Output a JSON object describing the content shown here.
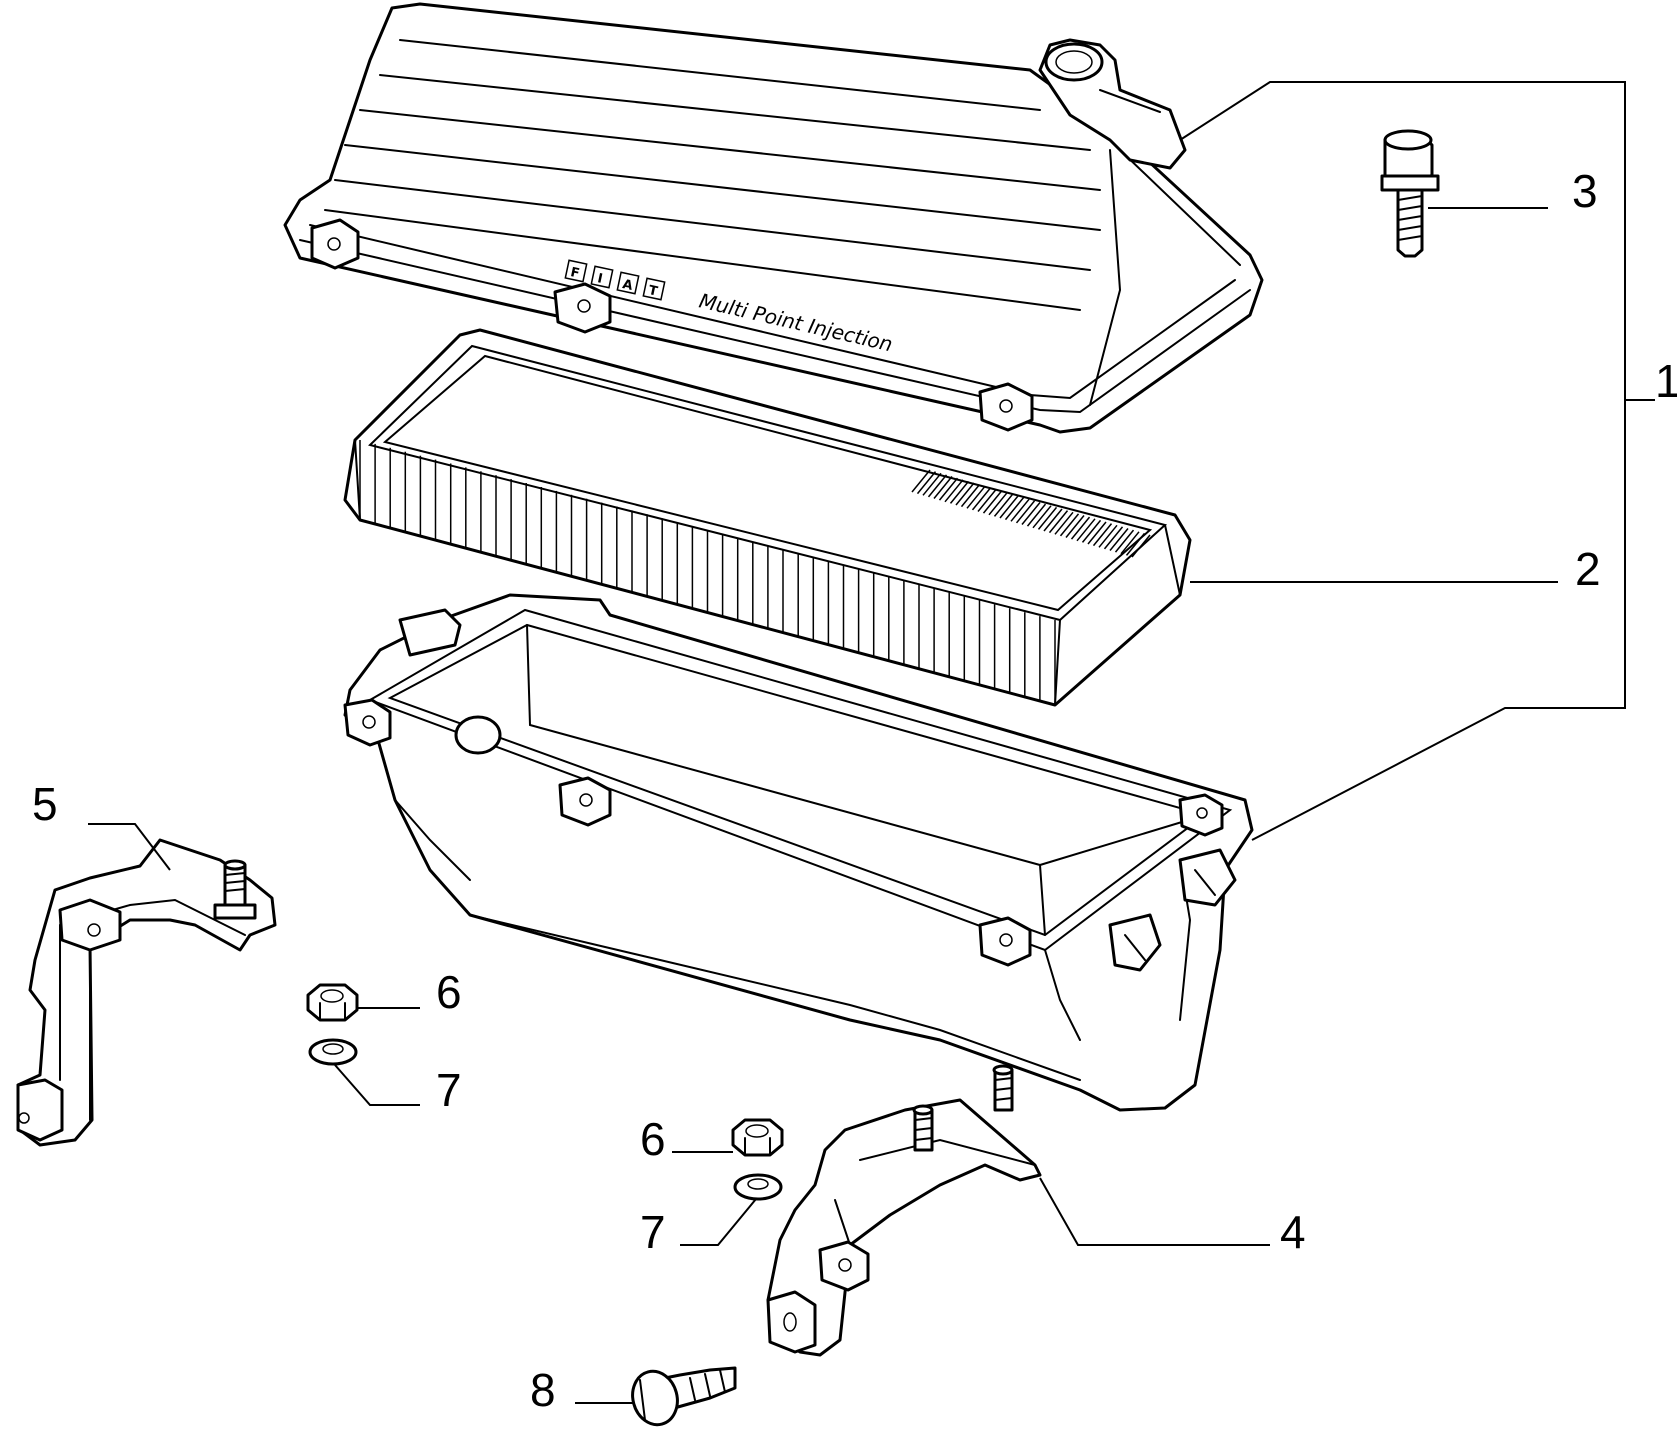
{
  "callouts": {
    "c1": "1",
    "c2": "2",
    "c3": "3",
    "c4": "4",
    "c5": "5",
    "c6a": "6",
    "c6b": "6",
    "c7a": "7",
    "c7b": "7",
    "c8": "8"
  },
  "cover_marking": {
    "brand_letters": [
      "F",
      "I",
      "A",
      "T"
    ],
    "text": "Multi Point Injection"
  }
}
